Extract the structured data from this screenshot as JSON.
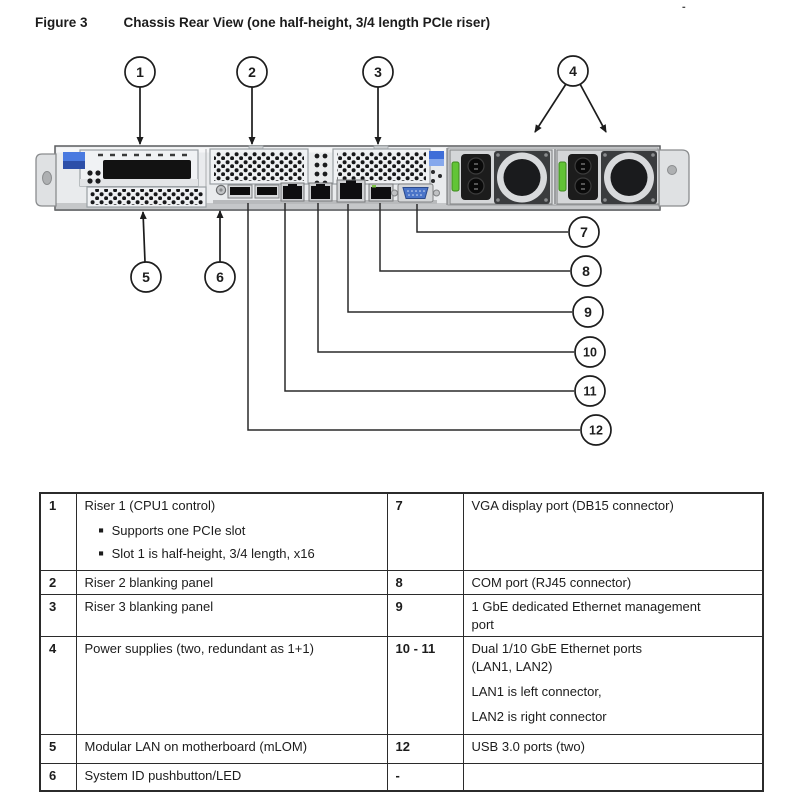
{
  "figure": {
    "label": "Figure 3",
    "caption": "Chassis Rear View (one half-height, 3/4 length PCIe riser)",
    "corner_mark": "-"
  },
  "callouts": {
    "n1": "1",
    "n2": "2",
    "n3": "3",
    "n4": "4",
    "n5": "5",
    "n6": "6",
    "n7": "7",
    "n8": "8",
    "n9": "9",
    "n10": "10",
    "n11": "11",
    "n12": "12"
  },
  "table": {
    "bullet_char": "■",
    "rows": [
      {
        "left_num": "1",
        "left_desc": "Riser 1 (CPU1 control)",
        "left_bullets": [
          "Supports one PCIe slot",
          "Slot 1 is half-height, 3/4 length, x16"
        ],
        "right_num": "7",
        "right_paras": [
          "VGA display port (DB15 connector)"
        ]
      },
      {
        "left_num": "2",
        "left_desc": "Riser 2 blanking panel",
        "right_num": "8",
        "right_paras": [
          "COM port (RJ45 connector)"
        ]
      },
      {
        "left_num": "3",
        "left_desc": "Riser 3 blanking panel",
        "right_num": "9",
        "right_paras": [
          "1 GbE dedicated Ethernet management\nport"
        ]
      },
      {
        "left_num": "4",
        "left_desc": "Power supplies (two, redundant as 1+1)",
        "right_num": "10 - 11",
        "right_paras": [
          "Dual 1/10 GbE Ethernet ports\n(LAN1, LAN2)",
          "LAN1 is left connector,",
          "LAN2 is right connector"
        ]
      },
      {
        "left_num": "5",
        "left_desc": "Modular LAN on motherboard (mLOM)",
        "right_num": "12",
        "right_paras": [
          "USB 3.0 ports (two)"
        ]
      },
      {
        "left_num": "6",
        "left_desc": "System ID pushbutton/LED",
        "right_num": "-",
        "right_paras": []
      }
    ]
  }
}
